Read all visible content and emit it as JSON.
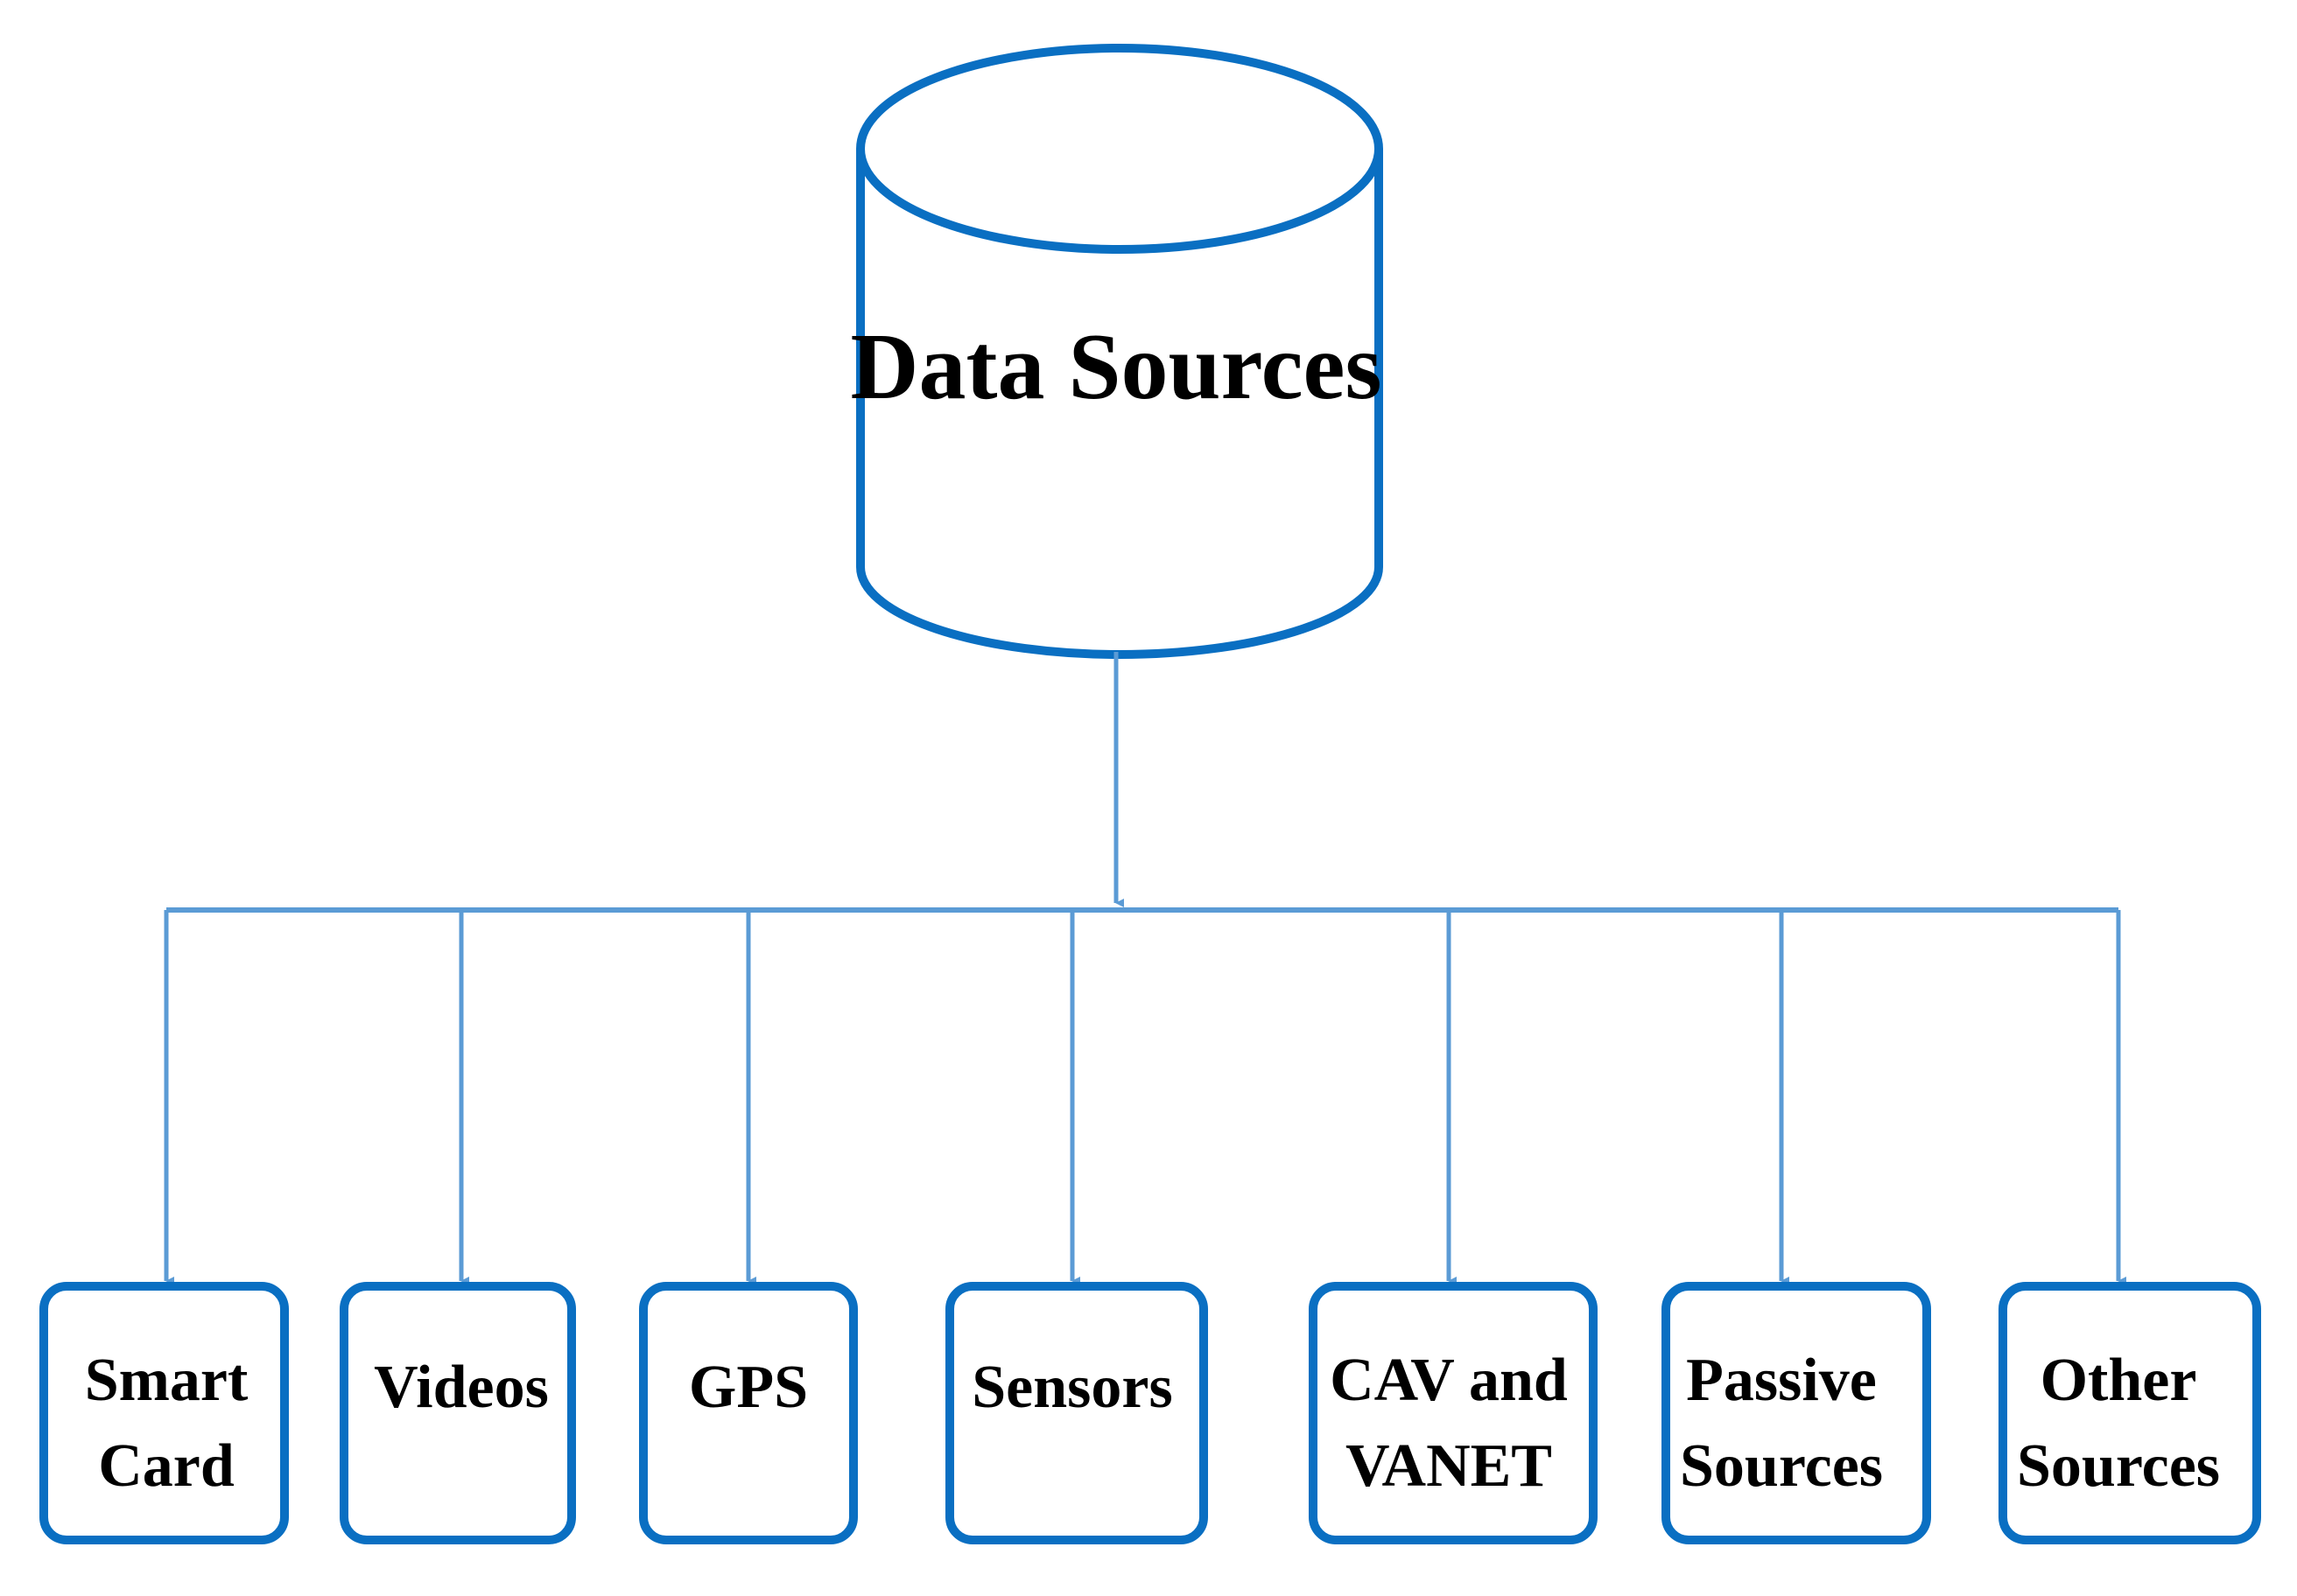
{
  "diagram": {
    "root": {
      "label": "Data Sources"
    },
    "children": [
      {
        "id": "smart-card",
        "lines": [
          "Smart",
          "Card"
        ]
      },
      {
        "id": "videos",
        "lines": [
          "Videos"
        ]
      },
      {
        "id": "gps",
        "lines": [
          "GPS"
        ]
      },
      {
        "id": "sensors",
        "lines": [
          "Sensors"
        ]
      },
      {
        "id": "cav-vanet",
        "lines": [
          "CAV and",
          "VANET"
        ]
      },
      {
        "id": "passive-sources",
        "lines": [
          "Passive",
          "Sources"
        ]
      },
      {
        "id": "other-sources",
        "lines": [
          "Other",
          "Sources"
        ]
      }
    ],
    "colors": {
      "outline": "#0a6fc2",
      "connector": "#5b9bd5",
      "text": "#000000"
    }
  }
}
